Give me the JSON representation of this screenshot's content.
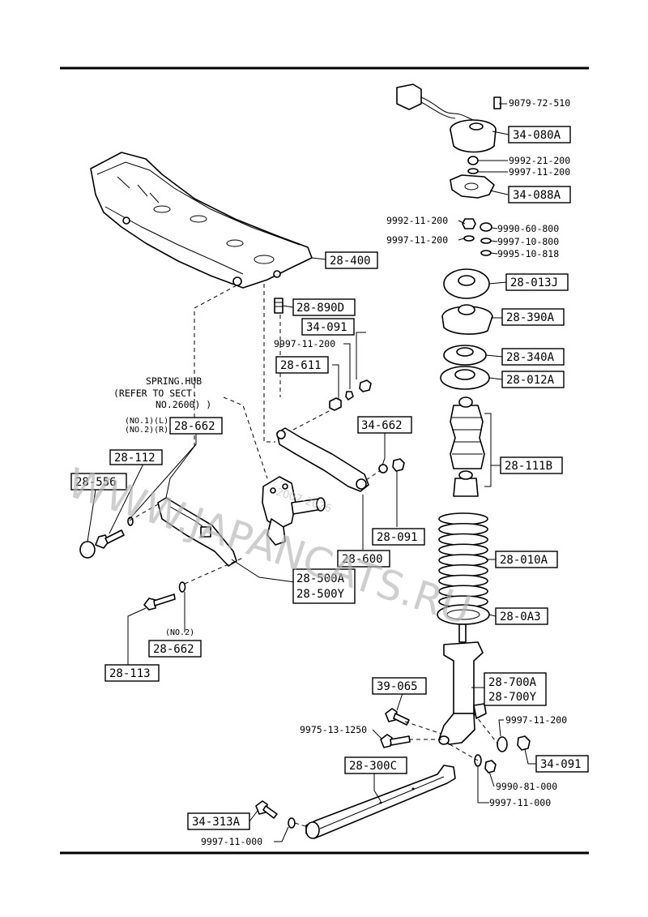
{
  "watermark": {
    "text": "WWW.JAPANCATS.RU",
    "year": "2007-2026"
  },
  "note": {
    "line1": "SPRING.HUB",
    "line2": "(REFER TO SECT.",
    "line3": "NO.2600) )"
  },
  "callouts": {
    "c28_400": "28-400",
    "c28_890d": "28-890D",
    "c34_091_top": "34-091",
    "c9997_11_200_a": "9997-11-200",
    "c28_611": "28-611",
    "c28_662_top": "28-662",
    "c28_662_top_pre1": "(NO.1)(L)",
    "c28_662_top_pre2": "(NO.2)(R)",
    "c28_112": "28-112",
    "c28_556": "28-556",
    "c34_662": "34-662",
    "c28_091": "28-091",
    "c28_600": "28-600",
    "c28_500a": "28-500A",
    "c28_500y": "28-500Y",
    "c28_662_bot_pre": "(NO.2)",
    "c28_662_bot": "28-662",
    "c28_113": "28-113",
    "c9079_72_510": "9079-72-510",
    "c34_080a": "34-080A",
    "c9992_21_200": "9992-21-200",
    "c9997_11_200_b": "9997-11-200",
    "c34_088a": "34-088A",
    "c9992_11_200": "9992-11-200",
    "c9990_60_800": "9990-60-800",
    "c9997_11_200_c": "9997-11-200",
    "c9997_10_800": "9997-10-800",
    "c9995_10_818": "9995-10-818",
    "c28_013j": "28-013J",
    "c28_390a": "28-390A",
    "c28_340a": "28-340A",
    "c28_012a": "28-012A",
    "c28_111b": "28-111B",
    "c28_010a": "28-010A",
    "c28_0a3": "28-0A3",
    "c28_700a": "28-700A",
    "c28_700y": "28-700Y",
    "c39_065": "39-065",
    "c9975_13_1250": "9975-13-1250",
    "c9997_11_200_d": "9997-11-200",
    "c34_091_bot": "34-091",
    "c9990_81_000": "9990-81-000",
    "c9997_11_000_a": "9997-11-000",
    "c28_300c": "28-300C",
    "c34_313a": "34-313A",
    "c9997_11_000_b": "9997-11-000"
  }
}
